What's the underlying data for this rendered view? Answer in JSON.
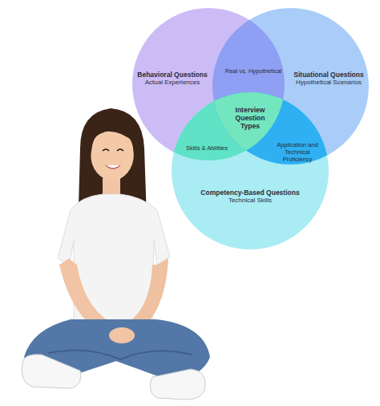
{
  "diagram": {
    "nodes": [
      {
        "text": [
          "Behavioral Questions",
          "Actual Experiences"
        ]
      },
      {
        "text": [
          "Situational Questions",
          "Hypothetical Scenarios"
        ]
      },
      {
        "text": [
          "Competency-Based Questions",
          "Technical Skills"
        ]
      }
    ],
    "labels": [
      "Real vs. Hypothetical",
      "Interview Question Types",
      "Skills & Abilities",
      "Application and Technical Proficiency"
    ]
  }
}
